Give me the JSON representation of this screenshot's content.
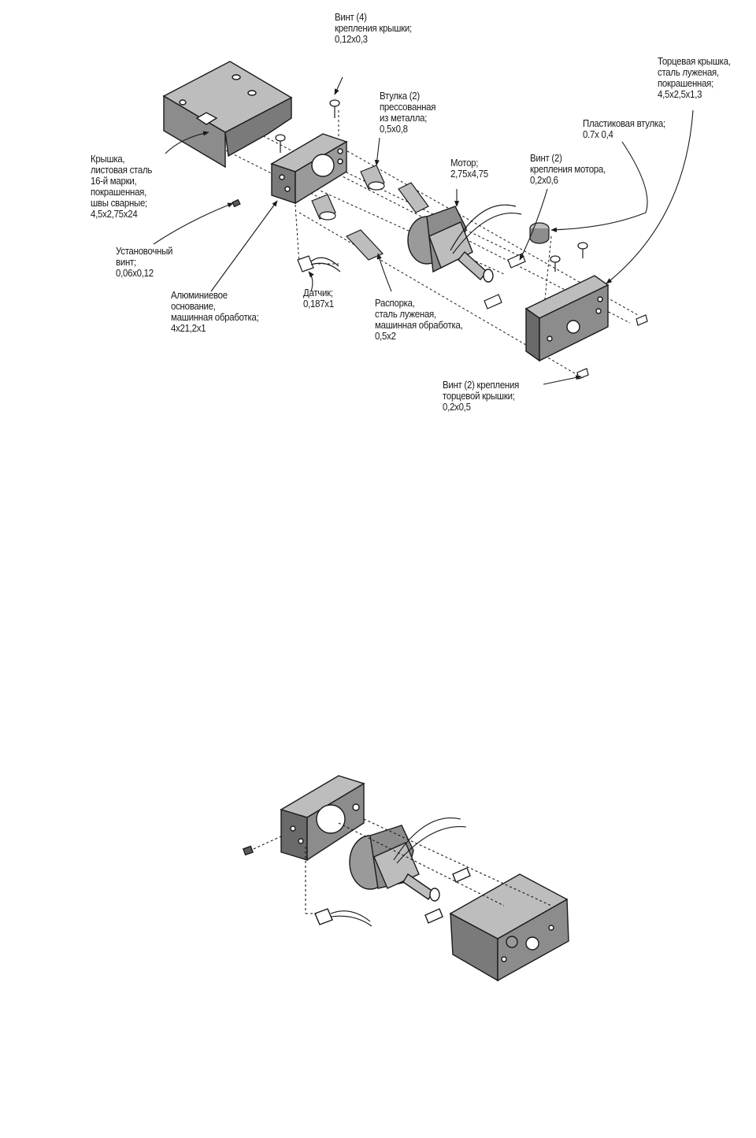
{
  "diagram": {
    "exploded_view": {
      "callouts": {
        "cover_screw": [
          "Винт (4)",
          "крепления крышки;",
          "0,12x0,3"
        ],
        "end_cap": [
          "Торцевая крышка,",
          "сталь луженая,",
          "покрашенная;",
          "4,5x2,5x1,3"
        ],
        "bushing_pressed": [
          "Втулка (2)",
          "прессованная",
          "из металла;",
          "0,5x0,8"
        ],
        "plastic_bushing": [
          "Пластиковая втулка;",
          "0.7x 0,4"
        ],
        "cover": [
          "Крышка,",
          "листовая сталь",
          "16-й марки,",
          "покрашенная,",
          "швы сварные;",
          "4,5x2,75x24"
        ],
        "motor": [
          "Мотор;",
          "2,75x4,75"
        ],
        "motor_screw": [
          "Винт (2)",
          "крепления мотора,",
          "0,2x0,6"
        ],
        "set_screw": [
          "Установочный",
          "винт;",
          "0,06x0,12"
        ],
        "sensor": [
          "Датчик;",
          "0,187x1"
        ],
        "base": [
          "Алюминиевое",
          "основание,",
          "машинная обработка;",
          "4x21,2x1"
        ],
        "spacer": [
          "Распорка,",
          "сталь луженая,",
          "машинная обработка,",
          "0,5x2"
        ],
        "end_cap_screw": [
          "Винт (2) крепления",
          "торцевой крышки;",
          "0,2x0,5"
        ]
      }
    },
    "colors": {
      "ink": "#1a1a1a",
      "part_fill": "#8c8c8c",
      "part_light": "#bdbdbd",
      "part_dark": "#5a5a5a",
      "paper": "#ffffff"
    }
  }
}
